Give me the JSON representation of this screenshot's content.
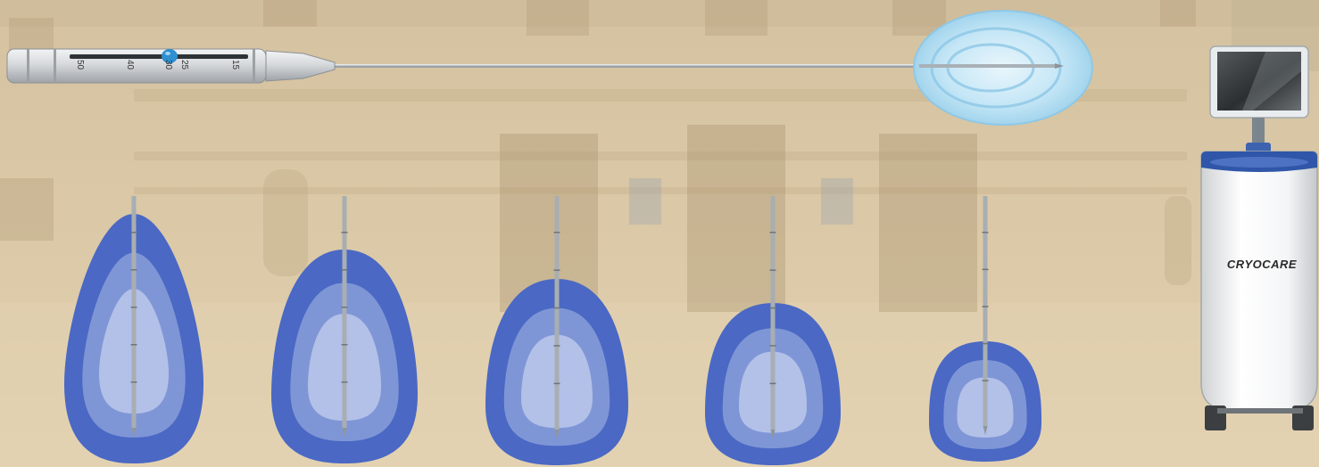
{
  "device": {
    "brand_label": "CRYOCARE",
    "handle_scale_labels": [
      "50",
      "40",
      "30",
      "25",
      "15"
    ]
  },
  "cryoprobe_ice_zones": {
    "count": 5,
    "outer_color": "#4a68c4",
    "middle_color": "#7f96d6",
    "inner_color": "#b3c0e8"
  },
  "colors": {
    "ice_ball_top": "#bfe3f6",
    "shaft": "#a9b0b5"
  }
}
